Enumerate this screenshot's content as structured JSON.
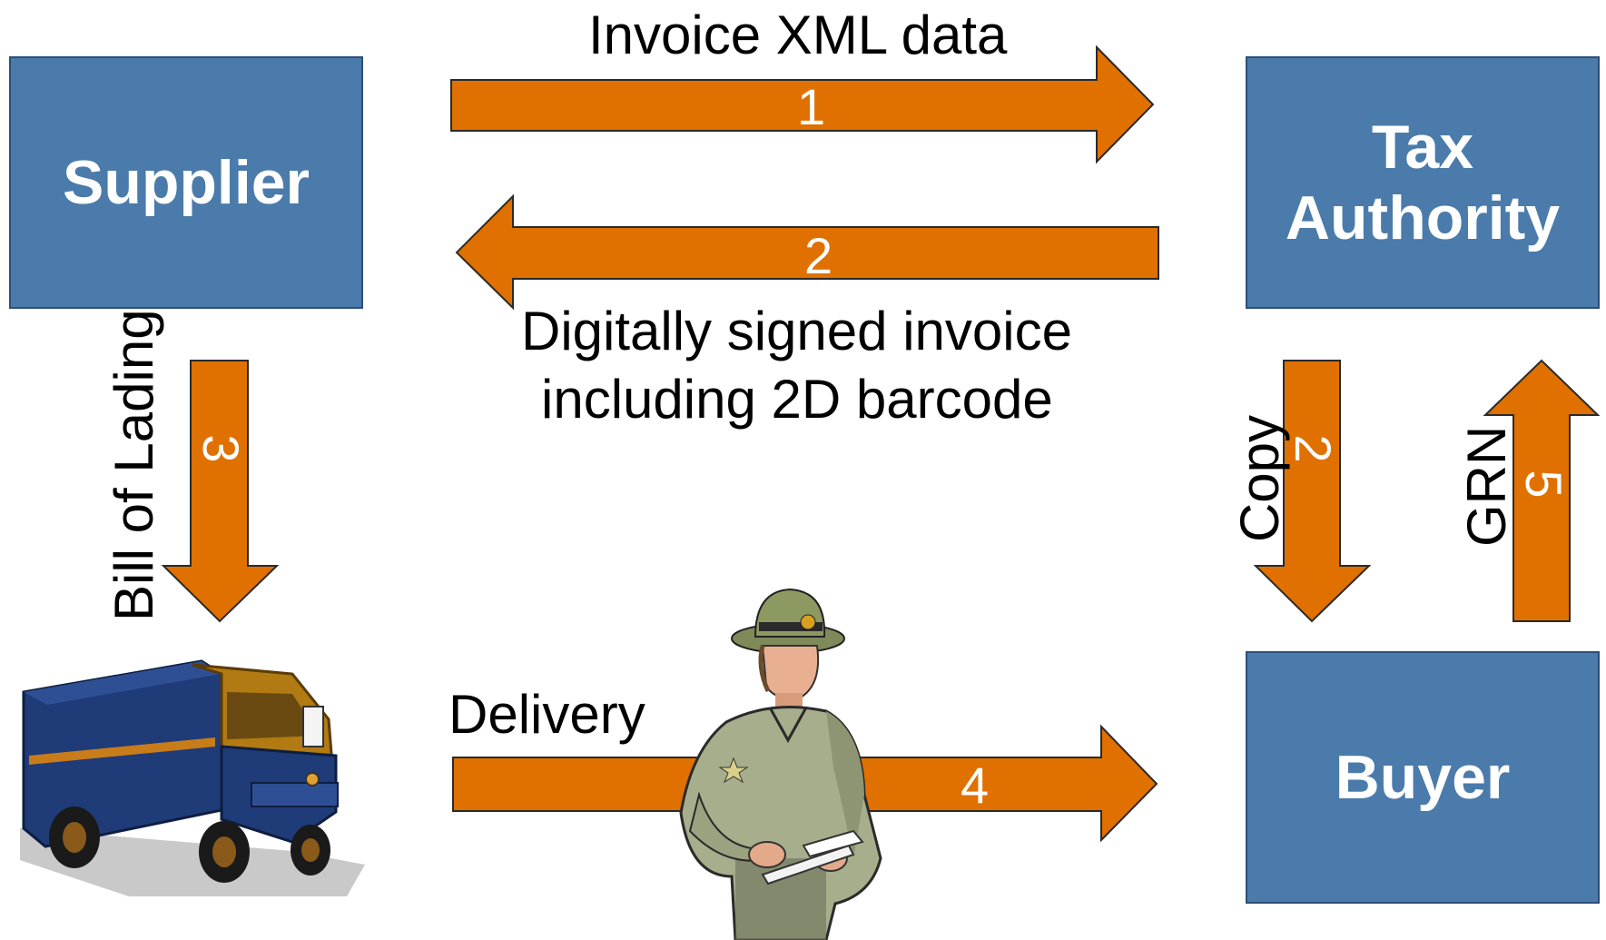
{
  "colors": {
    "box_fill": "#4a7bab",
    "arrow_fill": "#e07000",
    "arrow_stroke": "#2a2a2a"
  },
  "boxes": {
    "supplier": "Supplier",
    "tax_authority": "Tax\nAuthority",
    "buyer": "Buyer"
  },
  "arrows": {
    "a1": {
      "number": "1",
      "label": "Invoice XML data"
    },
    "a2": {
      "number": "2",
      "label_line1": "Digitally signed invoice",
      "label_line2": "including 2D barcode"
    },
    "a3": {
      "number": "3",
      "label": "Bill of Lading"
    },
    "a4": {
      "number": "4",
      "label": "Delivery"
    },
    "a2_copy": {
      "number": "2",
      "label": "Copy"
    },
    "a5": {
      "number": "5",
      "label": "GRN"
    }
  },
  "clipart": {
    "truck": "delivery-truck-icon",
    "person": "delivery-officer-icon"
  }
}
